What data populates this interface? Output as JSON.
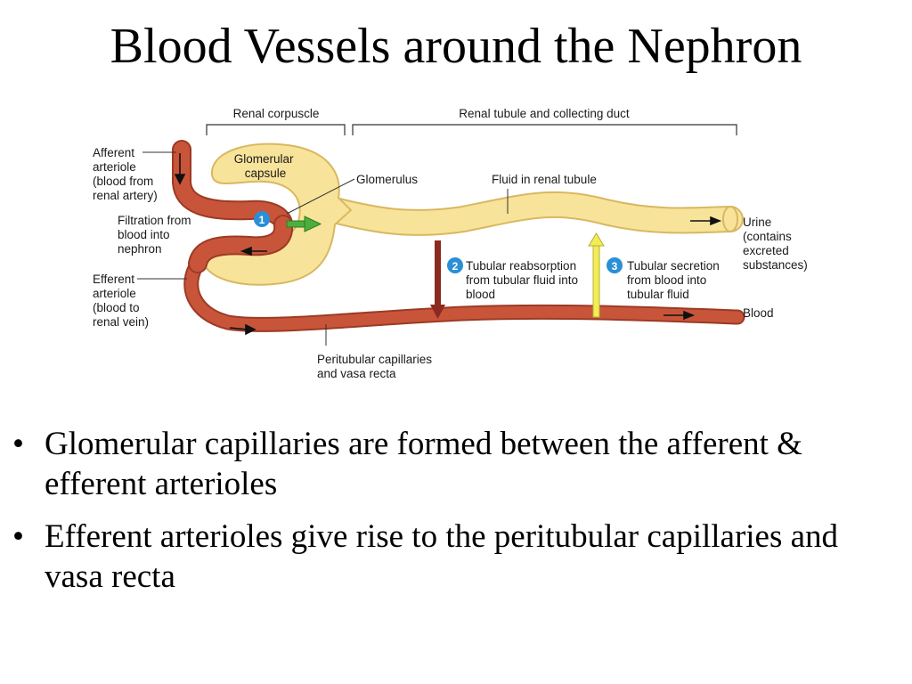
{
  "slide": {
    "title": "Blood Vessels around the Nephron",
    "bullets": [
      "Glomerular capillaries are formed between the afferent & efferent arterioles",
      "Efferent arterioles give rise to the peritubular capillaries and vasa recta"
    ],
    "bullet_glyph": "•"
  },
  "diagram": {
    "brackets": {
      "renal_corpuscle": "Renal corpuscle",
      "renal_tubule": "Renal tubule and collecting duct"
    },
    "labels": {
      "afferent": [
        "Afferent",
        "arteriole",
        "(blood from",
        "renal artery)"
      ],
      "filtration": [
        "Filtration from",
        "blood into",
        "nephron"
      ],
      "efferent": [
        "Efferent",
        "arteriole",
        "(blood to",
        "renal vein)"
      ],
      "capsule": [
        "Glomerular",
        "capsule"
      ],
      "glomerulus": "Glomerulus",
      "fluid": "Fluid in renal tubule",
      "urine": [
        "Urine",
        "(contains",
        "excreted",
        "substances)"
      ],
      "reabsorption": [
        "Tubular reabsorption",
        "from tubular fluid into",
        "blood"
      ],
      "secretion": [
        "Tubular secretion",
        "from blood into",
        "tubular fluid"
      ],
      "blood": "Blood",
      "peritubular": [
        "Peritubular capillaries",
        "and vasa recta"
      ]
    },
    "step_numbers": [
      "1",
      "2",
      "3"
    ],
    "colors": {
      "vessel": "#c8553a",
      "vessel_edge": "#9c3a25",
      "tubule": "#f8e39a",
      "tubule_edge": "#d8b860",
      "step_badge": "#2a8fd6",
      "filtration_arrow": "#4caf3c",
      "reabsorption_arrow": "#8b2a1e",
      "secretion_arrow": "#f2ec58"
    }
  }
}
